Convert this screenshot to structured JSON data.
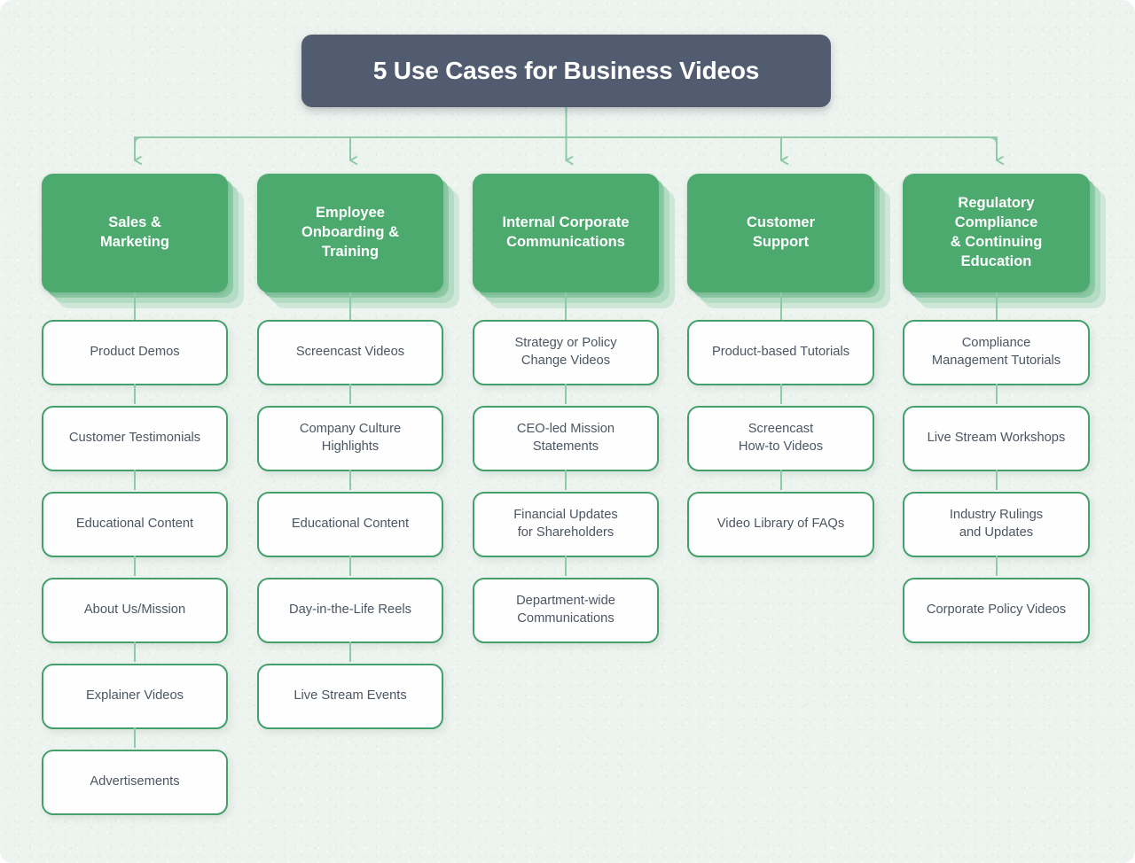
{
  "page": {
    "background_color": "#edf3ef",
    "accent_green": "#4caa6e",
    "border_green": "#44a06a",
    "connector_green": "#8ecaa8",
    "title_bar_color": "#525c70",
    "leaf_text_color": "#4d5664"
  },
  "title": {
    "text": "5 Use Cases for Business Videos"
  },
  "columns": [
    {
      "header": "Sales &\nMarketing",
      "header_lines": [
        "Sales &",
        "Marketing"
      ],
      "items": [
        "Product Demos",
        "Customer Testimonials",
        "Educational Content",
        "About Us/Mission",
        "Explainer Videos",
        "Advertisements"
      ]
    },
    {
      "header": "Employee\nOnboarding &\nTraining",
      "header_lines": [
        "Employee",
        "Onboarding &",
        "Training"
      ],
      "items": [
        "Screencast Videos",
        "Company Culture\nHighlights",
        "Educational Content",
        "Day-in-the-Life Reels",
        "Live Stream Events"
      ]
    },
    {
      "header": "Internal Corporate\nCommunications",
      "header_lines": [
        "Internal Corporate",
        "Communications"
      ],
      "items": [
        "Strategy or Policy\nChange Videos",
        "CEO-led Mission\nStatements",
        "Financial Updates\nfor Shareholders",
        "Department-wide\nCommunications"
      ]
    },
    {
      "header": "Customer\nSupport",
      "header_lines": [
        "Customer",
        "Support"
      ],
      "items": [
        "Product-based Tutorials",
        "Screencast\nHow-to Videos",
        "Video Library of FAQs"
      ]
    },
    {
      "header": "Regulatory\nCompliance\n& Continuing\nEducation",
      "header_lines": [
        "Regulatory",
        "Compliance",
        "& Continuing",
        "Education"
      ],
      "items": [
        "Compliance\nManagement Tutorials",
        "Live Stream Workshops",
        "Industry Rulings\nand Updates",
        "Corporate Policy Videos"
      ]
    }
  ]
}
